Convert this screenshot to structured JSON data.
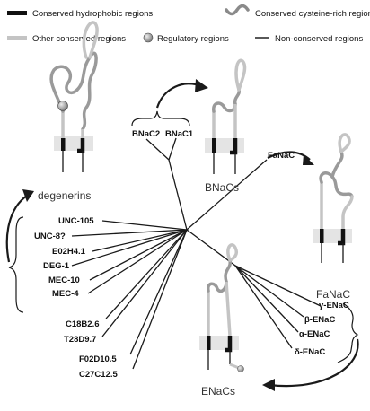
{
  "legend": {
    "hydrophobic": "Conserved hydrophobic regions",
    "cysteine": "Conserved cysteine-rich regions",
    "other": "Other conserved regions",
    "regulatory": "Regulatory regions",
    "nonconserved": "Non-conserved regions"
  },
  "groups": {
    "degenerins": "degenerins",
    "bnacs": "BNaCs",
    "fanac": "FaNaC",
    "enacs": "ENaCs"
  },
  "taxa": {
    "bnac2": "BNaC2",
    "bnac1": "BNaC1",
    "fanac": "FaNaC",
    "unc105": "UNC-105",
    "unc8": "UNC-8?",
    "e02h41": "E02H4.1",
    "deg1": "DEG-1",
    "mec10": "MEC-10",
    "mec4": "MEC-4",
    "c18b26": "C18B2.6",
    "t28d97": "T28D9.7",
    "f02d105": "F02D10.5",
    "c27c125": "C27C12.5",
    "gamma": "γ-ENaC",
    "beta": "β-ENaC",
    "alpha": "α-ENaC",
    "delta": "δ-ENaC"
  },
  "colors": {
    "hydrophobic": "#111111",
    "cysteine": "#8a8a8a",
    "other": "#c4c4c4",
    "regulatory": "#9a9a9a",
    "line": "#1a1a1a"
  }
}
